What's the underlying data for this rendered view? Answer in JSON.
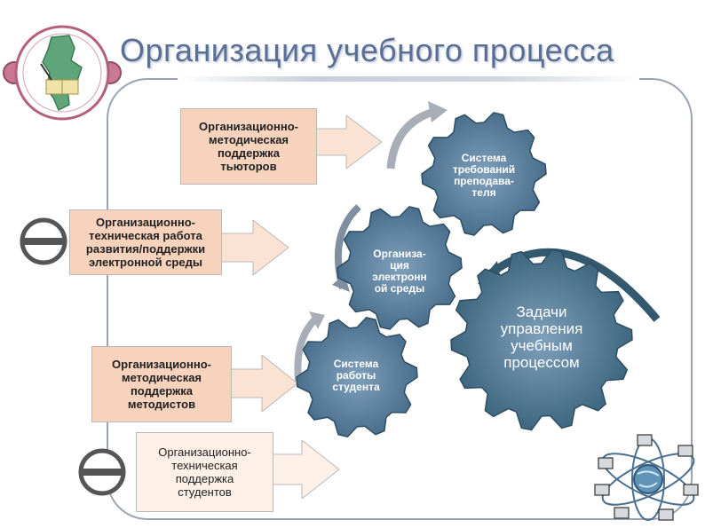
{
  "slide": {
    "title": "Организация учебного процесса"
  },
  "boxes": [
    {
      "id": "tutors",
      "label": "Организационно-\nметодическая\nподдержка\nтьюторов"
    },
    {
      "id": "tech_env",
      "label": "Организационно-\nтехническая работа\nразвития/поддержки\nэлектронной среды"
    },
    {
      "id": "methodists",
      "label": "Организационно-\nметодическая\nподдержка\nметодистов"
    },
    {
      "id": "students",
      "label": "Организационно-\nтехническая\nподдержка\nстудентов"
    }
  ],
  "gears": [
    {
      "id": "teacher_requirements",
      "label": "Система\nтребований\nпреподава-\nтеля",
      "color": "#4a6f8c"
    },
    {
      "id": "e_environment",
      "label": "Организа-\nция\nэлектронн\nой среды",
      "color": "#4a6f8c"
    },
    {
      "id": "student_work",
      "label": "Система\nработы\nстудента",
      "color": "#4a6f8c"
    },
    {
      "id": "management_tasks",
      "label": "Задачи\nуправления\nучебным\nпроцессом",
      "color": "#3f6780"
    }
  ],
  "colors": {
    "title": "#5a6f95",
    "box_peach": "#f7d2bd",
    "box_light": "#fdf0e6",
    "gear": "#4a6f8c",
    "logo_pink": "#b5607a"
  },
  "icons": [
    "logo-emblem",
    "minus-circle-icon",
    "network-globe-icon"
  ]
}
